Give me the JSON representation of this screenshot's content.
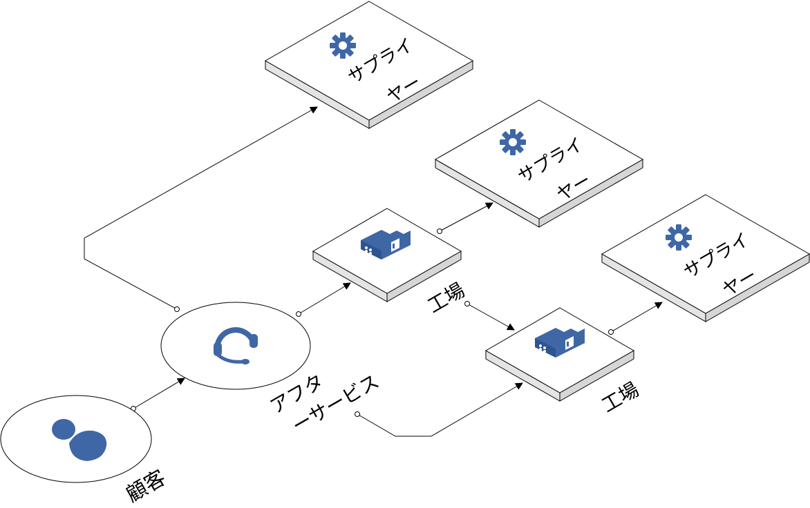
{
  "colors": {
    "icon": "#3f67a6",
    "stroke": "#000000",
    "tile_top": "#ffffff",
    "tile_side": "#e4e4e4"
  },
  "nodes": {
    "customer": {
      "label": "顧客",
      "icon": "person-icon"
    },
    "after_service": {
      "label_line1": "アフタ",
      "label_line2": "ーサービス",
      "icon": "headset-icon"
    },
    "factory_1": {
      "label": "工場",
      "icon": "factory-icon"
    },
    "factory_2": {
      "label": "工場",
      "icon": "factory-icon"
    },
    "supplier_1": {
      "label_line1": "サプライ",
      "label_line2": "ヤー",
      "icon": "gear-icon"
    },
    "supplier_2": {
      "label_line1": "サプライ",
      "label_line2": "ヤー",
      "icon": "gear-icon"
    },
    "supplier_3": {
      "label_line1": "サプライ",
      "label_line2": "ヤー",
      "icon": "gear-icon"
    }
  },
  "edges": [
    {
      "from": "customer",
      "to": "after_service"
    },
    {
      "from": "after_service",
      "to": "supplier_1"
    },
    {
      "from": "after_service",
      "to": "factory_1"
    },
    {
      "from": "after_service",
      "to": "factory_2"
    },
    {
      "from": "factory_1",
      "to": "supplier_2"
    },
    {
      "from": "factory_1",
      "to": "factory_2"
    },
    {
      "from": "factory_2",
      "to": "supplier_3"
    }
  ]
}
